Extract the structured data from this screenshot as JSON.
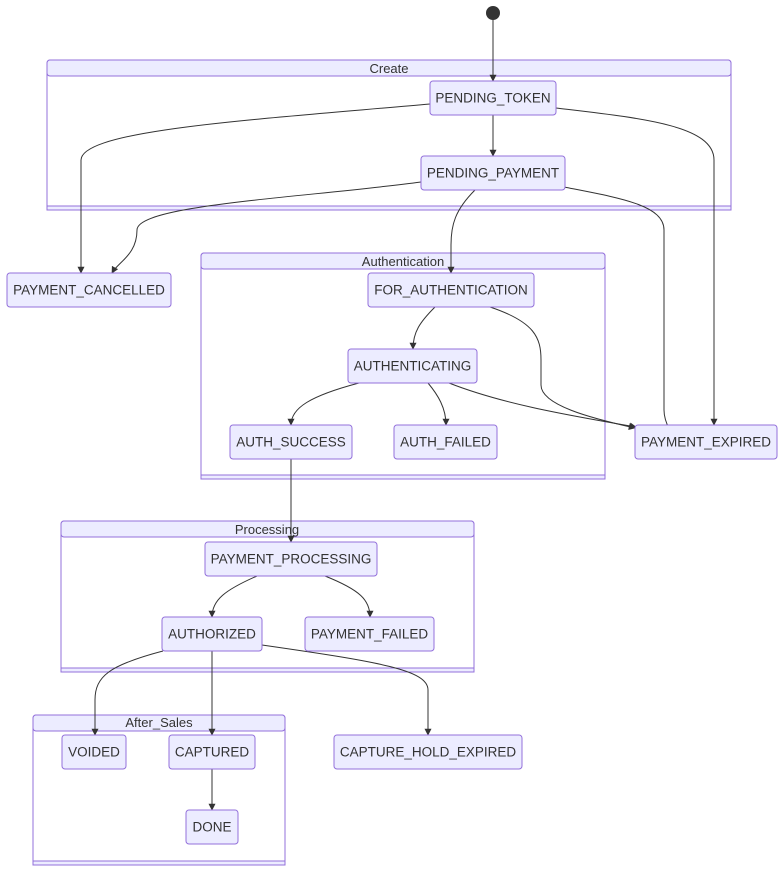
{
  "clusters": {
    "create": "Create",
    "authentication": "Authentication",
    "processing": "Processing",
    "after_sales": "After_Sales"
  },
  "states": {
    "pending_token": "PENDING_TOKEN",
    "pending_payment": "PENDING_PAYMENT",
    "payment_cancelled": "PAYMENT_CANCELLED",
    "for_authentication": "FOR_AUTHENTICATION",
    "authenticating": "AUTHENTICATING",
    "auth_success": "AUTH_SUCCESS",
    "auth_failed": "AUTH_FAILED",
    "payment_expired": "PAYMENT_EXPIRED",
    "payment_processing": "PAYMENT_PROCESSING",
    "authorized": "AUTHORIZED",
    "payment_failed": "PAYMENT_FAILED",
    "voided": "VOIDED",
    "captured": "CAPTURED",
    "done": "DONE",
    "capture_hold_expired": "CAPTURE_HOLD_EXPIRED"
  }
}
